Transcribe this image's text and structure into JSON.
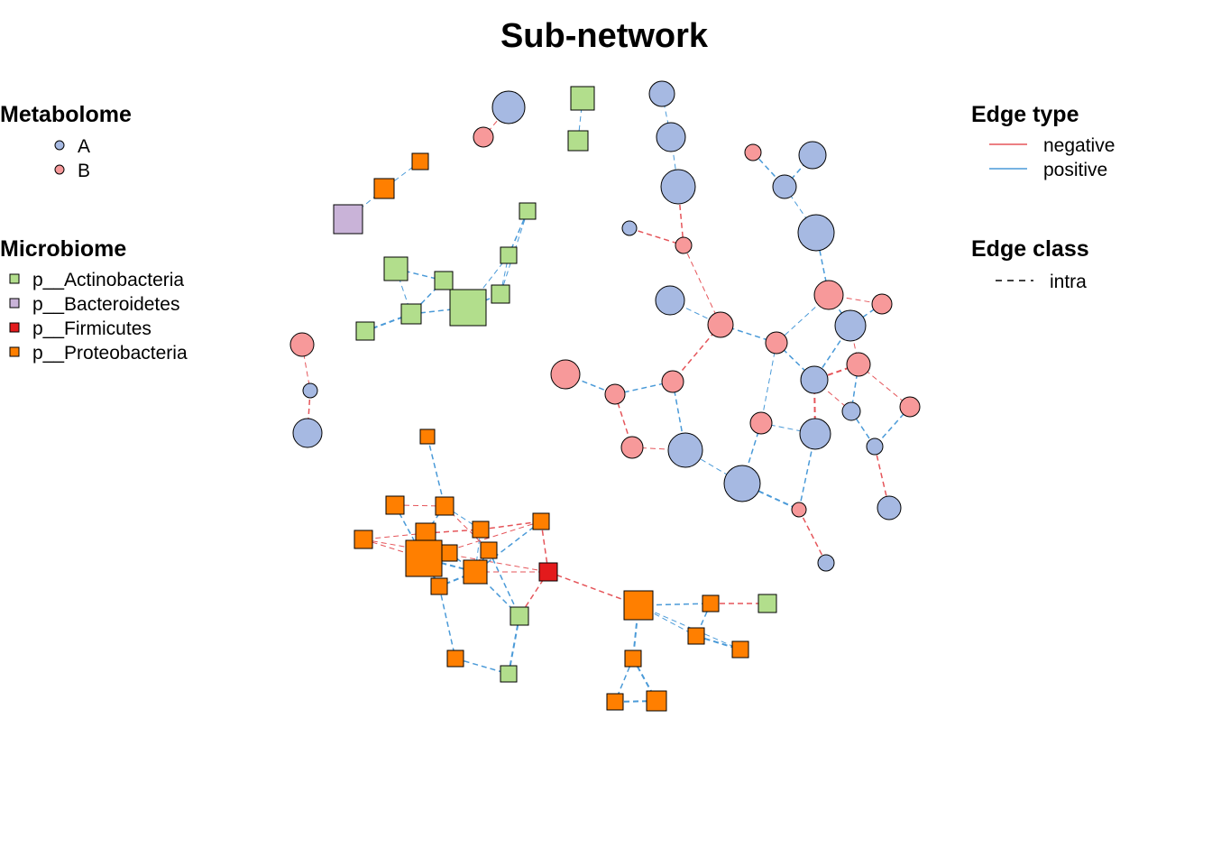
{
  "title": "Sub-network",
  "colors": {
    "A": "#a6b9e2",
    "B": "#f7999a",
    "p__Actinobacteria": "#b2de8c",
    "p__Bacteroidetes": "#c9b3d8",
    "p__Firmicutes": "#e31a1c",
    "p__Proteobacteria": "#ff7f00",
    "negative": "#e5555a",
    "positive": "#4a9ad8"
  },
  "legends": {
    "metabolome": {
      "title": "Metabolome",
      "items": [
        "A",
        "B"
      ]
    },
    "microbiome": {
      "title": "Microbiome",
      "items": [
        "p__Actinobacteria",
        "p__Bacteroidetes",
        "p__Firmicutes",
        "p__Proteobacteria"
      ]
    },
    "edge_type": {
      "title": "Edge type",
      "items": [
        "negative",
        "positive"
      ]
    },
    "edge_class": {
      "title": "Edge class",
      "items": [
        "intra"
      ]
    }
  }
}
